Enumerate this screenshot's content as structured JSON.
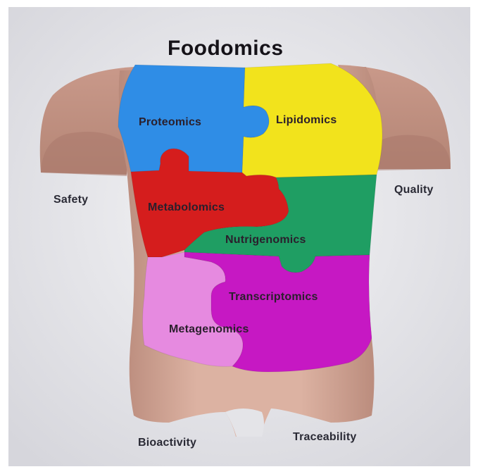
{
  "title": "Foodomics",
  "pieces": {
    "proteomics": {
      "label": "Proteomics",
      "color": "#2f8de6"
    },
    "lipidomics": {
      "label": "Lipidomics",
      "color": "#f2e31c"
    },
    "metabolomics": {
      "label": "Metabolomics",
      "color": "#d51d1d"
    },
    "nutrigenomics": {
      "label": "Nutrigenomics",
      "color": "#1f9e63"
    },
    "transcriptomics": {
      "label": "Transcriptomics",
      "color": "#c618c3"
    },
    "metagenomics": {
      "label": "Metagenomics",
      "color": "#e68ae0"
    }
  },
  "sides": {
    "safety": "Safety",
    "quality": "Quality",
    "bioactivity": "Bioactivity",
    "traceability": "Traceability"
  },
  "colors": {
    "skin": "#d9b0a0",
    "skin_shadow": "#b98c7c",
    "background": "#e8e8ec"
  }
}
